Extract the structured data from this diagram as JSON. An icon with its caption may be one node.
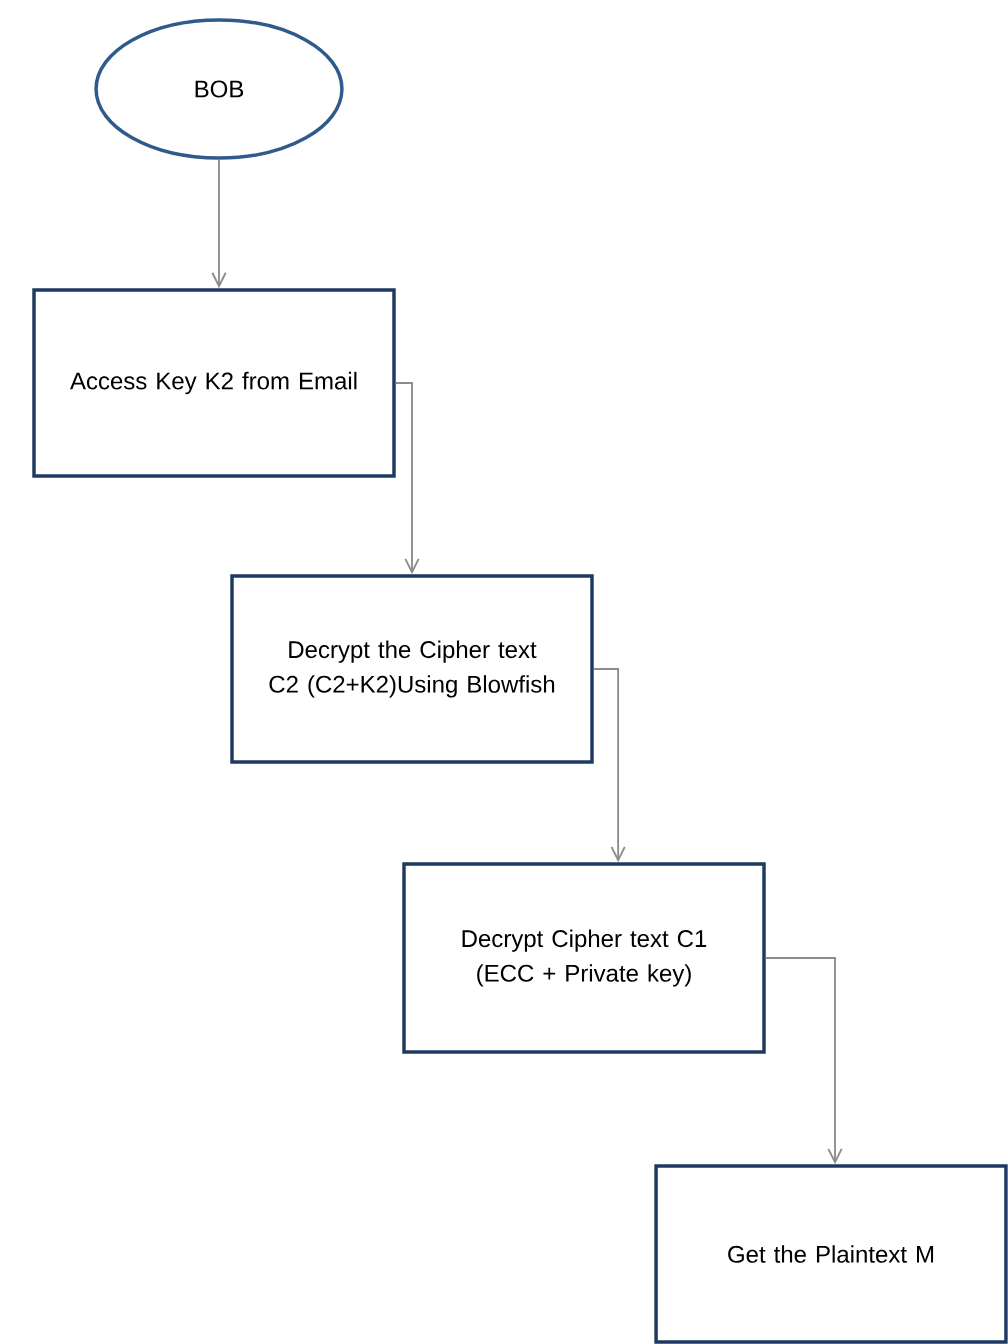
{
  "diagram": {
    "nodes": [
      {
        "text": [
          "BOB"
        ]
      },
      {
        "text": [
          "Access Key K2 from Email"
        ]
      },
      {
        "text": [
          "Decrypt the Cipher text C2 (C2+K2)Using Blowfish"
        ]
      },
      {
        "text": [
          "Decrypt Cipher text C1 (ECC + Private key)"
        ]
      },
      {
        "text": [
          "Get the Plaintext M"
        ]
      }
    ],
    "edges": [
      {
        "from": 0,
        "to": 1,
        "arrow": "to"
      },
      {
        "from": 1,
        "to": 2,
        "arrow": "to"
      },
      {
        "from": 2,
        "to": 3,
        "arrow": "to"
      },
      {
        "from": 3,
        "to": 4,
        "arrow": "to"
      }
    ]
  }
}
